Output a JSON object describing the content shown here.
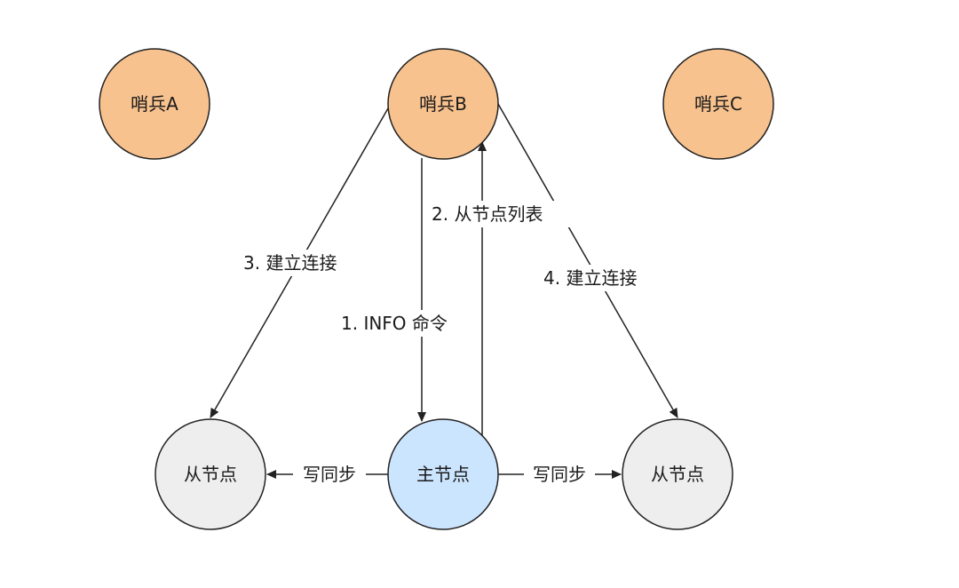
{
  "colors": {
    "sentinel_fill": "#f8c28e",
    "master_fill": "#cce5ff",
    "replica_fill": "#eeeeee",
    "stroke": "#222222",
    "background": "#ffffff"
  },
  "nodes": {
    "sentinel_a": "哨兵A",
    "sentinel_b": "哨兵B",
    "sentinel_c": "哨兵C",
    "replica_left": "从节点",
    "master": "主节点",
    "replica_right": "从节点"
  },
  "edges": {
    "info_command": "1. INFO 命令",
    "replica_list": "2. 从节点列表",
    "connect_left": "3. 建立连接",
    "connect_right": "4. 建立连接",
    "write_sync_left": "写同步",
    "write_sync_right": "写同步"
  }
}
